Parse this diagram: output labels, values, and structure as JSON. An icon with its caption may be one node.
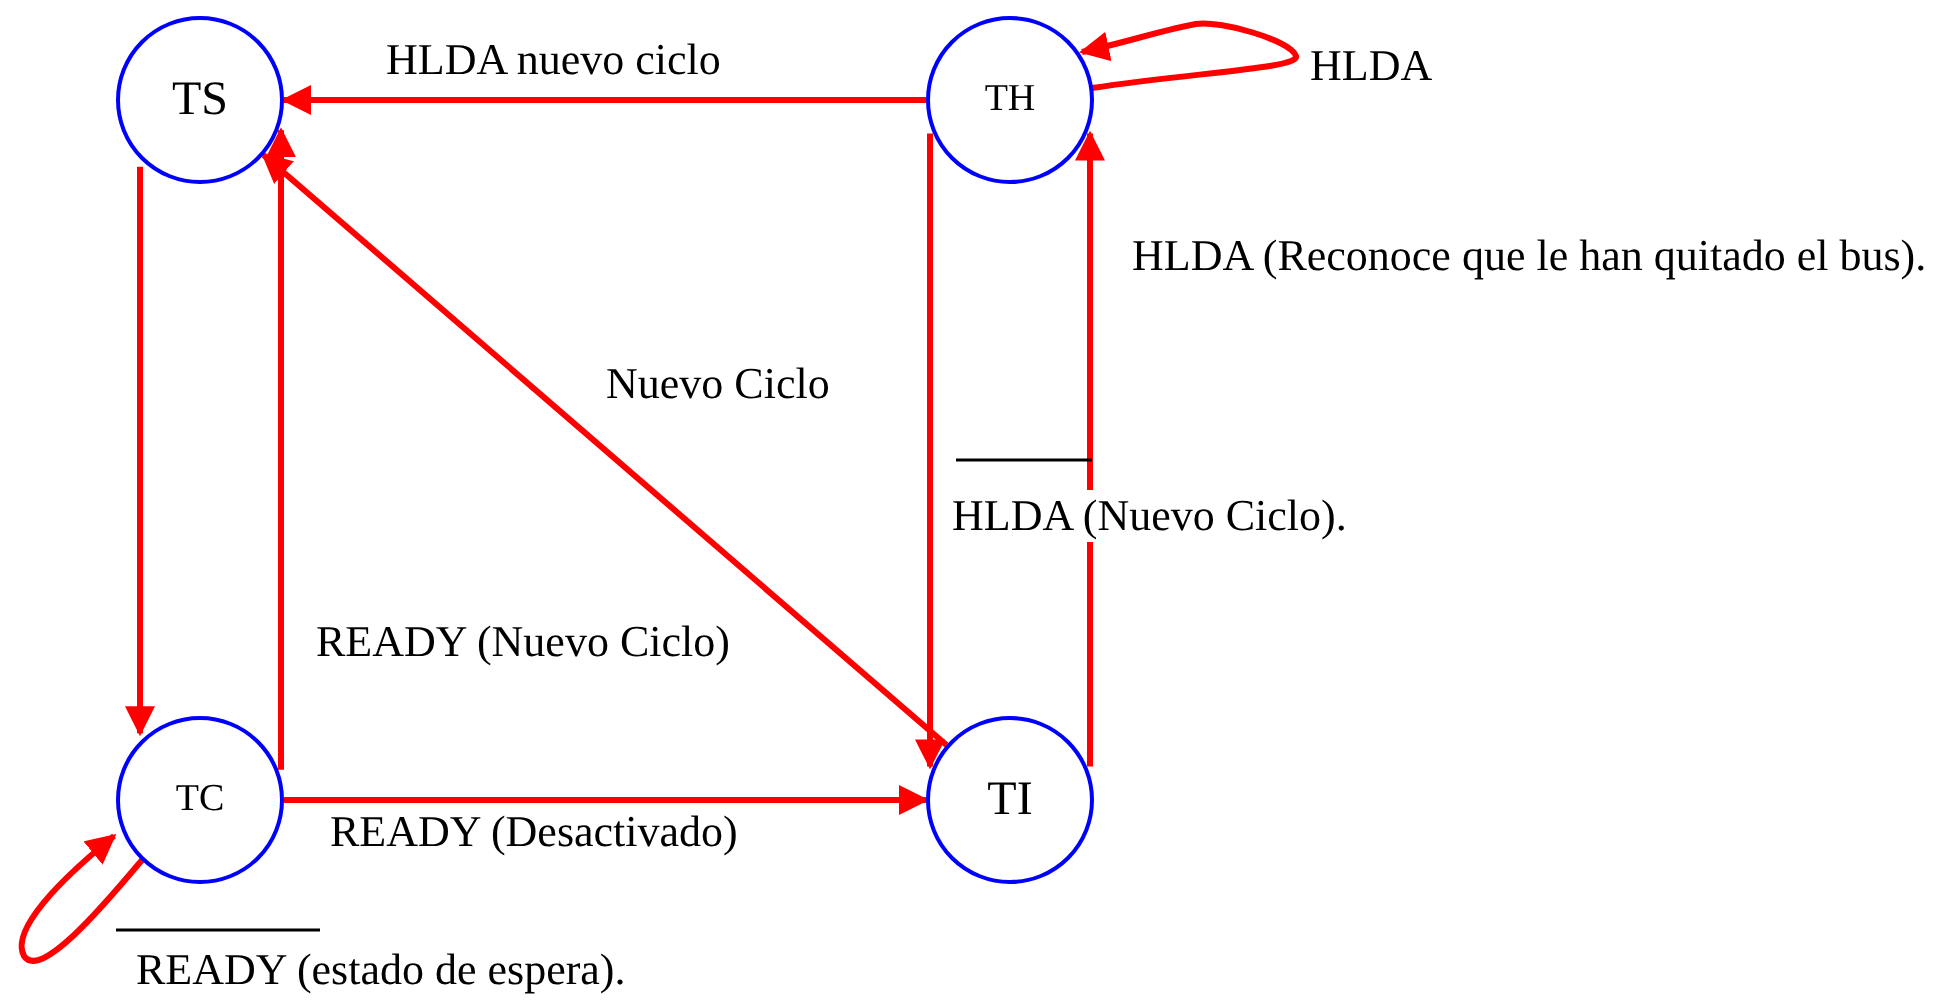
{
  "diagram": {
    "nodes": [
      {
        "text": [
          "TS"
        ]
      },
      {
        "text": [
          "TH"
        ]
      },
      {
        "text": [
          "TC"
        ]
      },
      {
        "text": [
          "TI"
        ]
      }
    ],
    "edges": [
      {
        "from": 1,
        "to": 0,
        "arrow": "to",
        "label": "HLDA nuevo ciclo"
      },
      {
        "from": 1,
        "to": 1,
        "arrow": "to",
        "label": "HLDA"
      },
      {
        "from": 0,
        "to": 2,
        "arrow": "to"
      },
      {
        "from": 2,
        "to": 0,
        "arrow": "to",
        "label": "READY (Nuevo Ciclo)"
      },
      {
        "from": 3,
        "to": 0,
        "arrow": "to",
        "label": "Nuevo Ciclo"
      },
      {
        "from": 1,
        "to": 3,
        "arrow": "to",
        "label": "HLDA (Nuevo Ciclo)."
      },
      {
        "from": 3,
        "to": 1,
        "arrow": "to",
        "label": "HLDA (Reconoce que le han quitado el bus)."
      },
      {
        "from": 2,
        "to": 3,
        "arrow": "to",
        "label": "READY (Desactivado)"
      },
      {
        "from": 2,
        "to": 2,
        "arrow": "to",
        "label": "READY (estado de espera)."
      }
    ]
  }
}
